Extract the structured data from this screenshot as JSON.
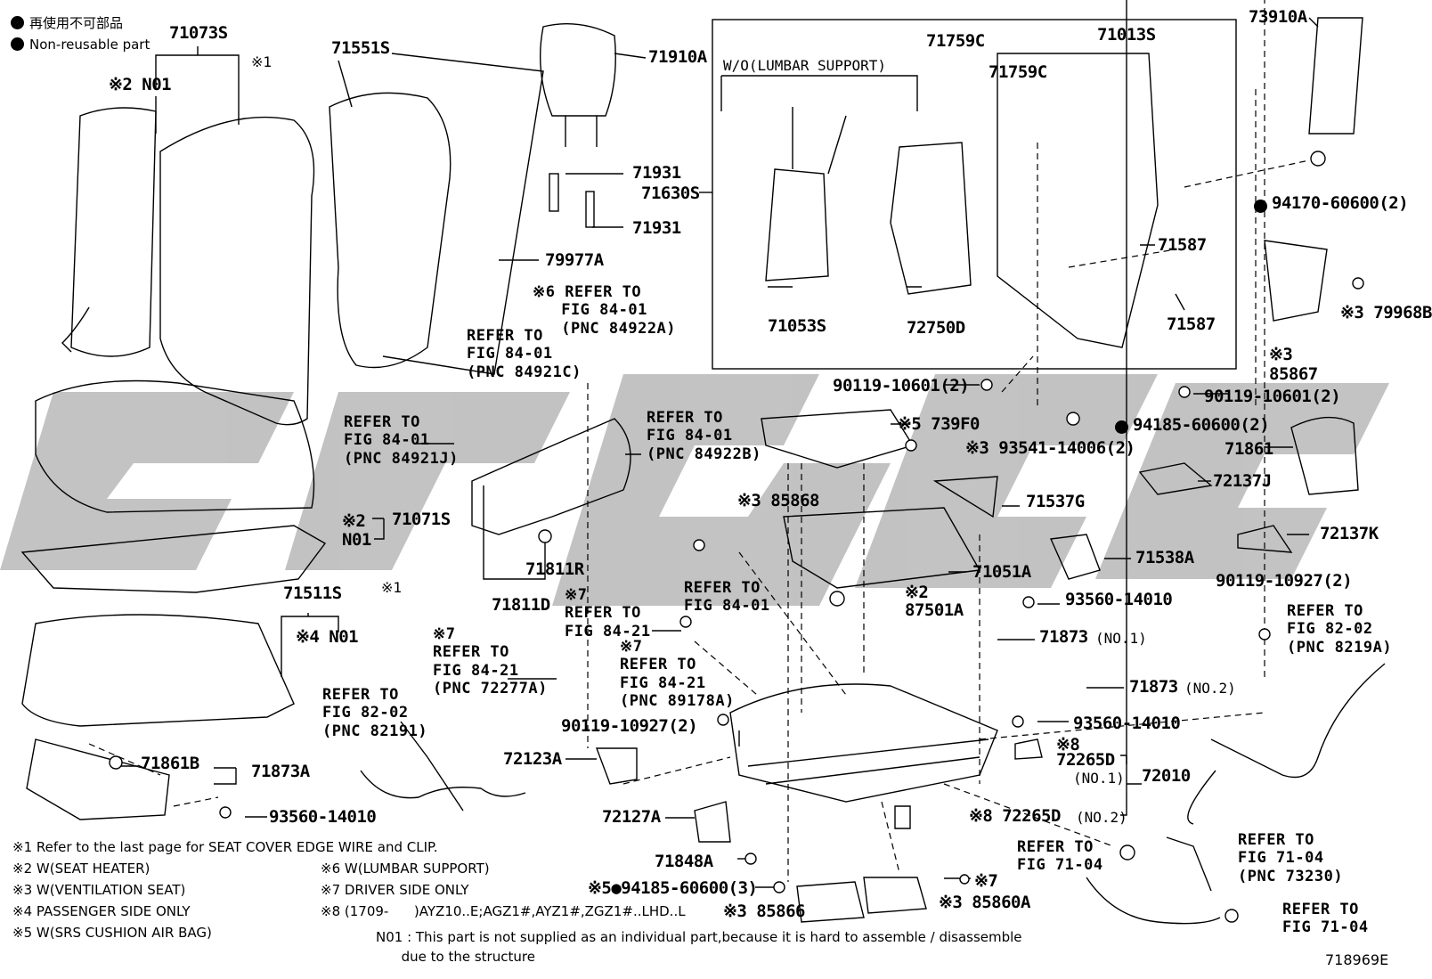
{
  "legend": {
    "jp": "再使用不可部品",
    "en": "Non-reusable part"
  },
  "inset_title": "W/O(LUMBAR SUPPORT)",
  "figure_id": "718969E",
  "colors": {
    "ink": "#000000",
    "watermark": "#b8b8b8",
    "paper": "#ffffff"
  },
  "part_labels": [
    {
      "id": "p71073S",
      "text": "71073S",
      "cls": "pn"
    },
    {
      "id": "p71551S",
      "text": "71551S",
      "cls": "pn"
    },
    {
      "id": "p71910A",
      "text": "71910A",
      "cls": "pn"
    },
    {
      "id": "p71759C_1",
      "text": "71759C",
      "cls": "pn"
    },
    {
      "id": "p71013S",
      "text": "71013S",
      "cls": "pn"
    },
    {
      "id": "p73910A",
      "text": "73910A",
      "cls": "pn"
    },
    {
      "id": "p71759C_2",
      "text": "71759C",
      "cls": "pn"
    },
    {
      "id": "pN01_a",
      "text": "※2 N01",
      "cls": "pn"
    },
    {
      "id": "pC1_a",
      "text": "※1",
      "cls": "pns"
    },
    {
      "id": "p71931_a",
      "text": "71931",
      "cls": "pn"
    },
    {
      "id": "p71630S",
      "text": "71630S",
      "cls": "pn"
    },
    {
      "id": "p71931_b",
      "text": "71931",
      "cls": "pn"
    },
    {
      "id": "p94170",
      "text": "94170-60600(2)",
      "cls": "pn"
    },
    {
      "id": "p79977A",
      "text": "79977A",
      "cls": "pn"
    },
    {
      "id": "p71587_a",
      "text": "71587",
      "cls": "pn"
    },
    {
      "id": "p71587_b",
      "text": "71587",
      "cls": "pn"
    },
    {
      "id": "p71053S",
      "text": "71053S",
      "cls": "pn"
    },
    {
      "id": "p72750D",
      "text": "72750D",
      "cls": "pn"
    },
    {
      "id": "p79968B",
      "text": "※3 79968B",
      "cls": "pn"
    },
    {
      "id": "p85867",
      "text": "※3\n85867",
      "cls": "pn"
    },
    {
      "id": "p90119a",
      "text": "90119-10601(2)",
      "cls": "pn"
    },
    {
      "id": "p90119b",
      "text": "90119-10601(2)",
      "cls": "pn"
    },
    {
      "id": "p739F0",
      "text": "※5 739F0",
      "cls": "pn"
    },
    {
      "id": "p94185a",
      "text": "94185-60600(2)",
      "cls": "pn"
    },
    {
      "id": "p93541",
      "text": "※3 93541-14006(2)",
      "cls": "pn"
    },
    {
      "id": "p71861",
      "text": "71861",
      "cls": "pn"
    },
    {
      "id": "p85868",
      "text": "※3 85868",
      "cls": "pn"
    },
    {
      "id": "p71537G",
      "text": "71537G",
      "cls": "pn"
    },
    {
      "id": "p72137J",
      "text": "72137J",
      "cls": "pn"
    },
    {
      "id": "p71071S",
      "text": "71071S",
      "cls": "pn"
    },
    {
      "id": "pN01_b",
      "text": "※2\nN01",
      "cls": "pn"
    },
    {
      "id": "p72137K",
      "text": "72137K",
      "cls": "pn"
    },
    {
      "id": "p71538A",
      "text": "71538A",
      "cls": "pn"
    },
    {
      "id": "p71811R",
      "text": "71811R",
      "cls": "pn"
    },
    {
      "id": "p71051A",
      "text": "71051A",
      "cls": "pn"
    },
    {
      "id": "p90119c",
      "text": "90119-10927(2)",
      "cls": "pn"
    },
    {
      "id": "pC1_b",
      "text": "※1",
      "cls": "pns"
    },
    {
      "id": "p87501A",
      "text": "※2\n87501A",
      "cls": "pn"
    },
    {
      "id": "p71511S",
      "text": "71511S",
      "cls": "pn"
    },
    {
      "id": "p71811D",
      "text": "71811D",
      "cls": "pn"
    },
    {
      "id": "p93560a",
      "text": "93560-14010",
      "cls": "pn"
    },
    {
      "id": "pN01_c",
      "text": "※4 N01",
      "cls": "pn"
    },
    {
      "id": "p71873a",
      "text": "71873",
      "cls": "pn"
    },
    {
      "id": "p71873a_n",
      "text": "(NO.1)",
      "cls": "pns"
    },
    {
      "id": "p71873b",
      "text": "71873",
      "cls": "pn"
    },
    {
      "id": "p71873b_n",
      "text": "(NO.2)",
      "cls": "pns"
    },
    {
      "id": "p93560b",
      "text": "93560-14010",
      "cls": "pn"
    },
    {
      "id": "p90119d",
      "text": "90119-10927(2)",
      "cls": "pn"
    },
    {
      "id": "p72265D_a",
      "text": "※8\n72265D",
      "cls": "pn"
    },
    {
      "id": "p72265D_a_n",
      "text": "(NO.1)",
      "cls": "pns"
    },
    {
      "id": "p72010",
      "text": "72010",
      "cls": "pn"
    },
    {
      "id": "p71861B",
      "text": "71861B",
      "cls": "pn"
    },
    {
      "id": "p71873A",
      "text": "71873A",
      "cls": "pn"
    },
    {
      "id": "p72123A",
      "text": "72123A",
      "cls": "pn"
    },
    {
      "id": "p93560c",
      "text": "93560-14010",
      "cls": "pn"
    },
    {
      "id": "p72127A",
      "text": "72127A",
      "cls": "pn"
    },
    {
      "id": "p72265D_b",
      "text": "※8 72265D",
      "cls": "pn"
    },
    {
      "id": "p72265D_b_n",
      "text": "(NO.2)",
      "cls": "pns"
    },
    {
      "id": "p71848A",
      "text": "71848A",
      "cls": "pn"
    },
    {
      "id": "p94185b",
      "text": "※5●94185-60600(3)",
      "cls": "pn"
    },
    {
      "id": "p7mark",
      "text": "※7",
      "cls": "pn"
    },
    {
      "id": "p85866",
      "text": "※3 85866",
      "cls": "pn"
    },
    {
      "id": "p85860A",
      "text": "※3 85860A",
      "cls": "pn"
    }
  ],
  "references": [
    {
      "id": "r1",
      "text": "※6 REFER TO\n   FIG 84-01\n   (PNC 84922A)"
    },
    {
      "id": "r2",
      "text": "REFER TO\nFIG 84-01\n(PNC 84921C)"
    },
    {
      "id": "r3",
      "text": "REFER TO\nFIG 84-01\n(PNC 84921J)"
    },
    {
      "id": "r4",
      "text": "REFER TO\nFIG 84-01\n(PNC 84922B)"
    },
    {
      "id": "r5",
      "text": "REFER TO\nFIG 84-01"
    },
    {
      "id": "r6",
      "text": "※7\nREFER TO\nFIG 84-21"
    },
    {
      "id": "r7",
      "text": "※7\nREFER TO\nFIG 84-21\n(PNC 72277A)"
    },
    {
      "id": "r8",
      "text": "※7\nREFER TO\nFIG 84-21\n(PNC 89178A)"
    },
    {
      "id": "r9",
      "text": "REFER TO\nFIG 82-02\n(PNC 82191)"
    },
    {
      "id": "r10",
      "text": "REFER TO\nFIG 82-02\n(PNC 8219A)"
    },
    {
      "id": "r11",
      "text": "REFER TO\nFIG 71-04"
    },
    {
      "id": "r12",
      "text": "REFER TO\nFIG 71-04\n(PNC 73230)"
    },
    {
      "id": "r13",
      "text": "REFER TO\nFIG 71-04"
    }
  ],
  "notes": [
    {
      "id": "n1",
      "text": "※1 Refer to the last page for SEAT COVER EDGE WIRE and CLIP."
    },
    {
      "id": "n2",
      "text": "※2 W(SEAT HEATER)"
    },
    {
      "id": "n3",
      "text": "※3 W(VENTILATION SEAT)"
    },
    {
      "id": "n4",
      "text": "※4 PASSENGER SIDE ONLY"
    },
    {
      "id": "n5",
      "text": "※5 W(SRS CUSHION AIR BAG)"
    },
    {
      "id": "n6",
      "text": "※6 W(LUMBAR SUPPORT)"
    },
    {
      "id": "n7",
      "text": "※7 DRIVER SIDE ONLY"
    },
    {
      "id": "n8",
      "text": "※8 (1709-      )AYZ10..E;AGZ1#,AYZ1#,ZGZ1#..LHD..L"
    },
    {
      "id": "n9",
      "text": "N01 : This part is not supplied as an individual part,because it is hard to assemble / disassemble\n      due to the structure"
    }
  ]
}
